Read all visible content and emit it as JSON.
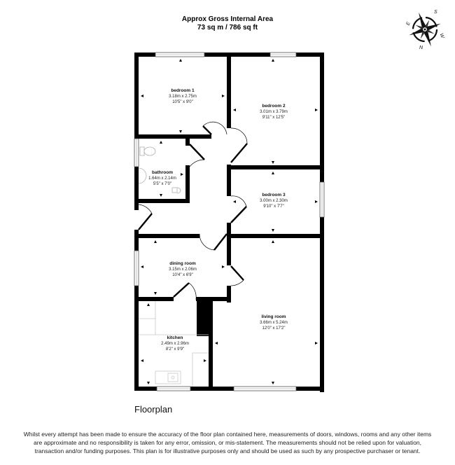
{
  "header": {
    "line1": "Approx Gross Internal Area",
    "line2": "73 sq m / 786 sq ft"
  },
  "compass": {
    "icon": "compass-rose-icon",
    "labels": {
      "north": "N",
      "south": "S",
      "east": "E",
      "west": "W"
    }
  },
  "rooms": [
    {
      "id": "bedroom-1",
      "name": "bedroom 1",
      "metric": "3.18m x 2.75m",
      "imperial": "10'5\" x 9'0\""
    },
    {
      "id": "bedroom-2",
      "name": "bedroom 2",
      "metric": "3.01m x 3.79m",
      "imperial": "9'11\" x 12'5\""
    },
    {
      "id": "bathroom",
      "name": "bathroom",
      "metric": "1.64m x 2.14m",
      "imperial": "5'5\" x 7'0\""
    },
    {
      "id": "bedroom-3",
      "name": "bedroom 3",
      "metric": "3.00m x 2.30m",
      "imperial": "9'10\" x 7'7\""
    },
    {
      "id": "dining-room",
      "name": "dining room",
      "metric": "3.15m x 2.06m",
      "imperial": "10'4\" x 6'9\""
    },
    {
      "id": "living-room",
      "name": "living room",
      "metric": "3.66m x 5.24m",
      "imperial": "12'0\" x 17'2\""
    },
    {
      "id": "kitchen",
      "name": "kitchen",
      "metric": "2.49m x 2.96m",
      "imperial": "8'2\" x 9'9\""
    }
  ],
  "floor_title": "Floorplan",
  "disclaimer": "Whilst every attempt has been made to ensure the accuracy of the floor plan contained here, measurements of doors, windows, rooms and any other items are approximate and no responsibility is taken for any error, omission, or mis-statement. The measurements should not be relied upon for valuation, transaction and/or funding purposes. This plan is for illustrative purposes only and should be used as such by any prospective purchaser or tenant.",
  "colors": {
    "wall": "#000000",
    "window": "#c8c8c8",
    "fixture": "#b0b0b0",
    "background": "#ffffff"
  }
}
